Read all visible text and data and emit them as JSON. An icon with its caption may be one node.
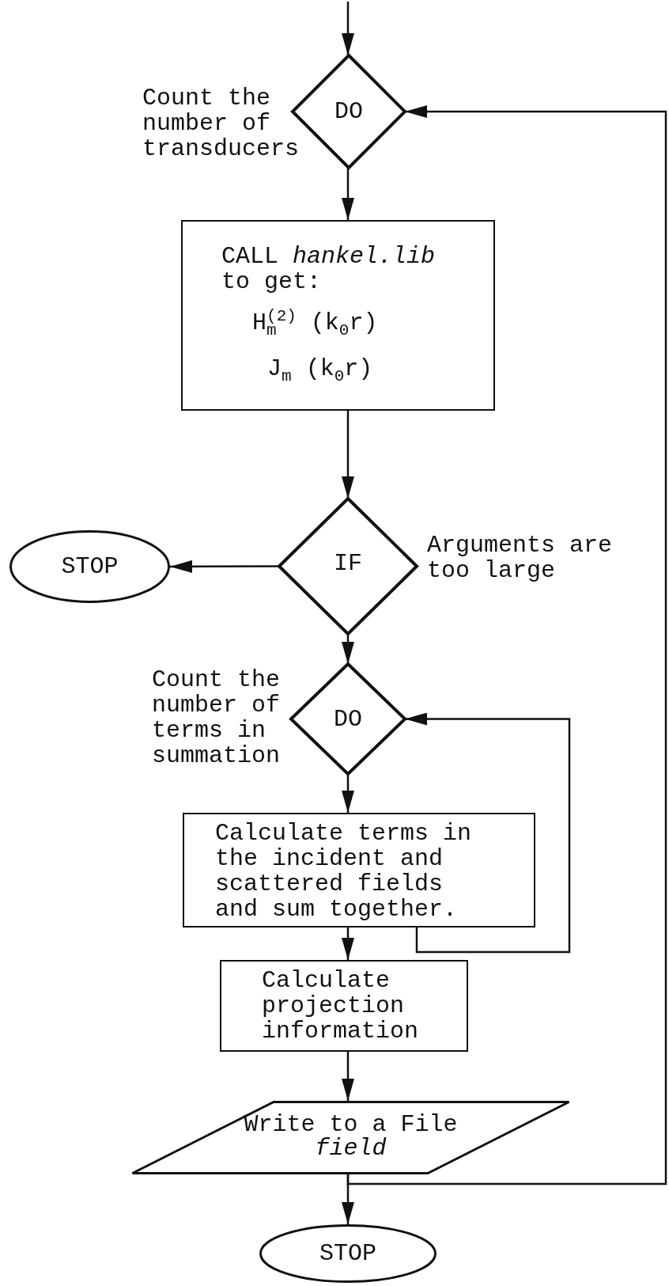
{
  "diagram": {
    "nodes": [
      {
        "text": [
          "DO"
        ],
        "beside": [
          "Count the number of transducers"
        ]
      },
      {
        "text": [
          "CALL *hankel.lib* to get:",
          "H$_{m}$$^{(2)}$ (k$_{0}$r)",
          "J$_{m}$ (k$_{0}$r)"
        ]
      },
      {
        "text": [
          "IF"
        ],
        "beside": [
          "Arguments are too large"
        ]
      },
      {
        "text": [
          "STOP"
        ]
      },
      {
        "text": [
          "DO"
        ],
        "beside": [
          "Count the number of terms in summation"
        ]
      },
      {
        "text": [
          "Calculate terms in the incident and scattered fields and sum together."
        ]
      },
      {
        "text": [
          "Calculate projection information"
        ]
      },
      {
        "text": [
          "Write to a File",
          "field"
        ]
      },
      {
        "text": [
          "STOP"
        ]
      }
    ],
    "edges": [
      {
        "from": null,
        "to": 0,
        "arrow": "to"
      },
      {
        "from": 0,
        "to": 1,
        "arrow": "to"
      },
      {
        "from": 1,
        "to": 2,
        "arrow": "to"
      },
      {
        "from": 2,
        "to": 3,
        "arrow": "to"
      },
      {
        "from": 2,
        "to": 4,
        "arrow": "to"
      },
      {
        "from": 4,
        "to": 5,
        "arrow": "to"
      },
      {
        "from": 5,
        "to": 6,
        "arrow": "to"
      },
      {
        "from": 5,
        "to": 4,
        "arrow": "to"
      },
      {
        "from": 6,
        "to": 7,
        "arrow": "to"
      },
      {
        "from": 7,
        "to": 8,
        "arrow": "to"
      },
      {
        "from": 7,
        "to": 0,
        "arrow": "to"
      }
    ]
  }
}
